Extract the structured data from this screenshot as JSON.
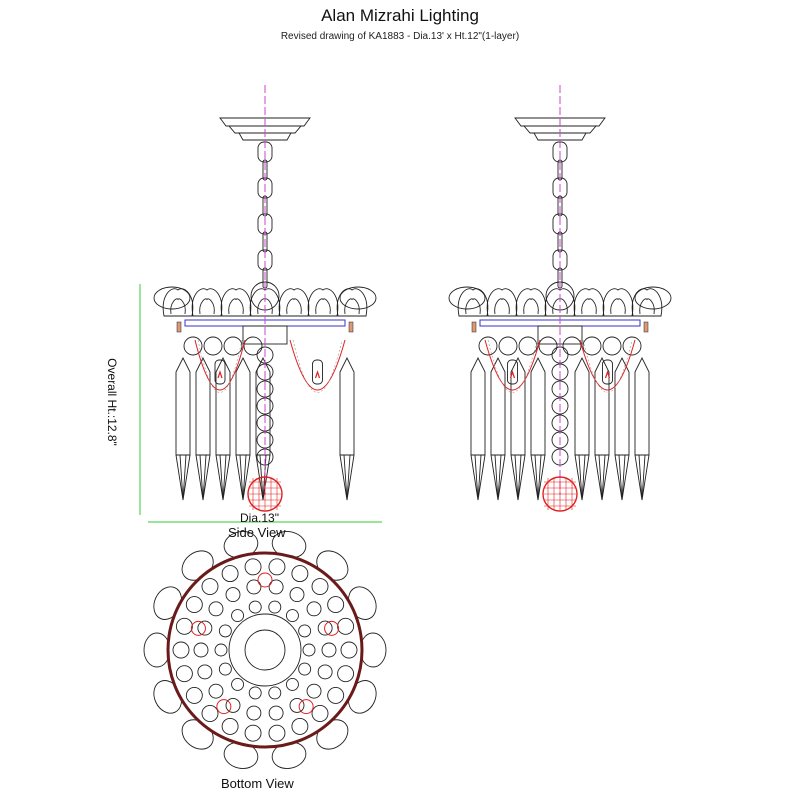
{
  "header": {
    "title": "Alan Mizrahi Lighting",
    "subtitle": "Revised drawing of KA1883 - Dia.13' x Ht.12\"(1-layer)"
  },
  "side_view": {
    "height_label": "Overall Ht.:12.8\"",
    "diameter_label": "Dia.13\"",
    "caption": "Side View"
  },
  "bottom_view": {
    "caption": "Bottom View"
  },
  "colors": {
    "line": "#222222",
    "accent_red": "#e02020",
    "dimension_green": "#33cc33",
    "center_magenta": "#cc44cc",
    "bar_blue": "#3333cc",
    "ring_darkred": "#6b1a1a"
  }
}
